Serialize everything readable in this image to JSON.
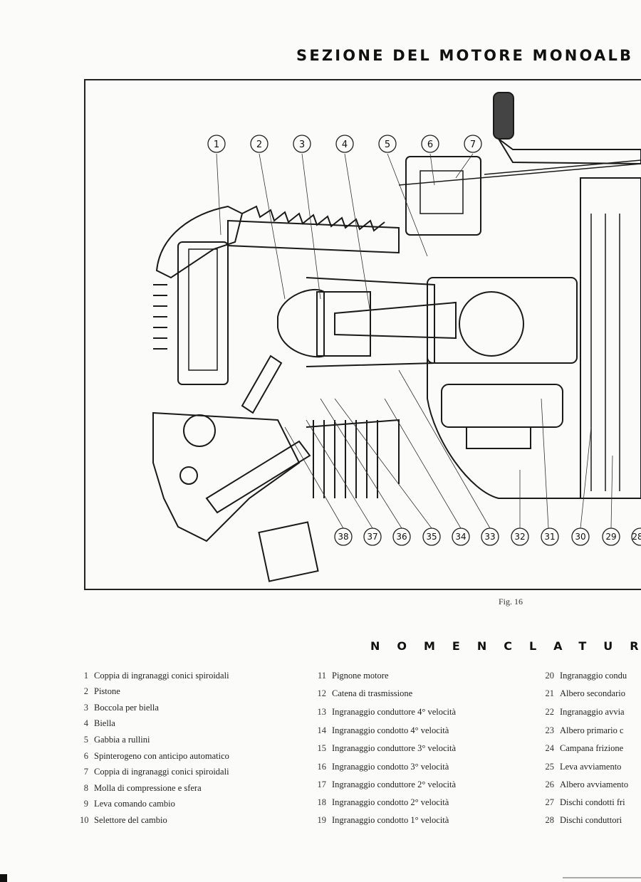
{
  "header": {
    "title": "SEZIONE DEL MOTORE MONOALB"
  },
  "figure": {
    "caption": "Fig. 16",
    "callouts_top": [
      "1",
      "2",
      "3",
      "4",
      "5",
      "6",
      "7"
    ],
    "callouts_bottom": [
      "38",
      "37",
      "36",
      "35",
      "34",
      "33",
      "32",
      "31",
      "30",
      "29",
      "28"
    ]
  },
  "nomenclature": {
    "heading": "NOMENCLATUR",
    "column1": [
      {
        "n": "1",
        "t": "Coppia di ingranaggi conici spiroidali"
      },
      {
        "n": "2",
        "t": "Pistone"
      },
      {
        "n": "3",
        "t": "Boccola per biella"
      },
      {
        "n": "4",
        "t": "Biella"
      },
      {
        "n": "5",
        "t": "Gabbia a rullini"
      },
      {
        "n": "6",
        "t": "Spinterogeno con anticipo automatico"
      },
      {
        "n": "7",
        "t": "Coppia di ingranaggi conici spiroidali"
      },
      {
        "n": "8",
        "t": "Molla di compressione e sfera"
      },
      {
        "n": "9",
        "t": "Leva comando cambio"
      },
      {
        "n": "10",
        "t": "Selettore del cambio"
      }
    ],
    "column2": [
      {
        "n": "11",
        "t": "Pignone motore"
      },
      {
        "n": "12",
        "t": "Catena di trasmissione"
      },
      {
        "n": "13",
        "t": "Ingranaggio conduttore 4° velocità"
      },
      {
        "n": "14",
        "t": "Ingranaggio condotto 4° velocità"
      },
      {
        "n": "15",
        "t": "Ingranaggio conduttore 3° velocità"
      },
      {
        "n": "16",
        "t": "Ingranaggio condotto 3° velocità"
      },
      {
        "n": "17",
        "t": "Ingranaggio conduttore 2° velocità"
      },
      {
        "n": "18",
        "t": "Ingranaggio condotto 2° velocità"
      },
      {
        "n": "19",
        "t": "Ingranaggio condotto 1° velocità"
      }
    ],
    "column3": [
      {
        "n": "20",
        "t": "Ingranaggio condu"
      },
      {
        "n": "21",
        "t": "Albero secondario"
      },
      {
        "n": "22",
        "t": "Ingranaggio avvia"
      },
      {
        "n": "23",
        "t": "Albero primario c"
      },
      {
        "n": "24",
        "t": "Campana frizione"
      },
      {
        "n": "25",
        "t": "Leva avviamento"
      },
      {
        "n": "26",
        "t": "Albero avviamento"
      },
      {
        "n": "27",
        "t": "Dischi condotti fri"
      },
      {
        "n": "28",
        "t": "Dischi conduttori"
      }
    ]
  }
}
